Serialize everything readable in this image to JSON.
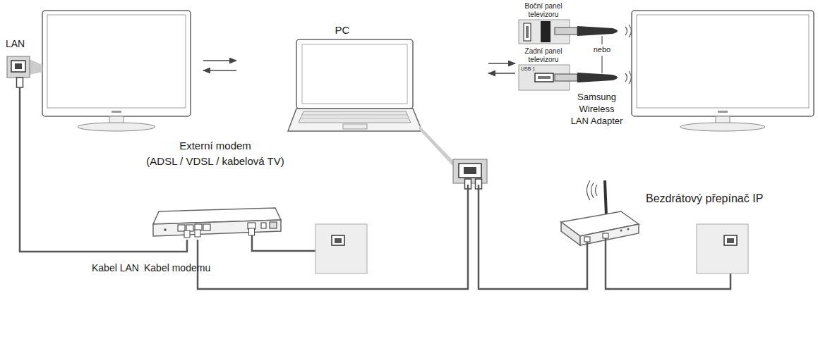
{
  "diagram": {
    "nodes": [
      {
        "text": [
          "LAN"
        ]
      },
      {
        "text": [
          "PC"
        ]
      },
      {
        "text": [
          "Boční panel televizoru"
        ]
      },
      {
        "text": [
          "Zadní panel televizoru"
        ]
      },
      {
        "text": [
          "Externí modem (ADSL / VDSL / kabelová TV)"
        ]
      },
      {
        "text": [
          "Bezdrátový přepínač IP"
        ]
      }
    ],
    "edges": [
      {
        "from": 0,
        "to": 1,
        "arrow": "to"
      },
      {
        "from": 1,
        "to": 0,
        "arrow": "to"
      },
      {
        "from": 1,
        "to": 3,
        "arrow": "to"
      },
      {
        "from": 3,
        "to": 1,
        "arrow": "to"
      },
      {
        "from": 0,
        "to": 4,
        "arrow": "none"
      },
      {
        "from": 4,
        "to": 1,
        "arrow": "none"
      },
      {
        "from": 1,
        "to": 5,
        "arrow": "none"
      }
    ],
    "labels": [
      "nebo",
      "Samsung Wireless LAN Adapter",
      "Kabel LAN",
      "Kabel modemu",
      "USB 1"
    ]
  }
}
